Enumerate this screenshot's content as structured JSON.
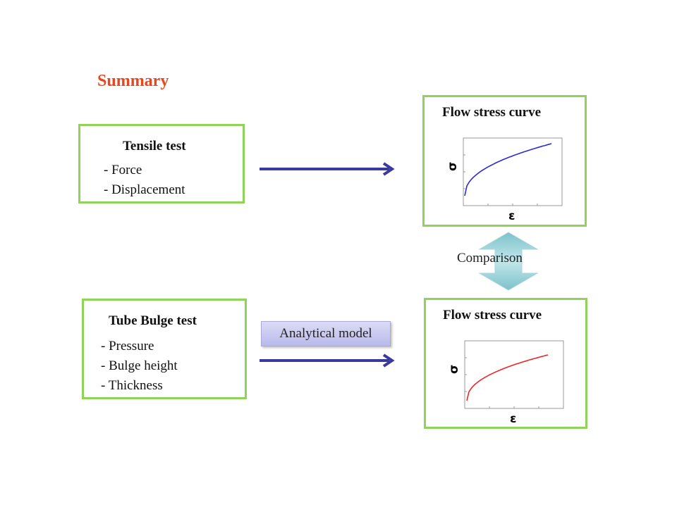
{
  "title": "Summary",
  "tensile": {
    "title": "Tensile test",
    "items": [
      "- Force",
      "- Displacement"
    ]
  },
  "bulge": {
    "title": "Tube Bulge test",
    "items": [
      "- Pressure",
      "- Bulge height",
      "- Thickness"
    ]
  },
  "top_curve": {
    "title": "Flow stress curve",
    "y_symbol": "σ",
    "x_symbol": "ε",
    "color": "#2b2bd6"
  },
  "bottom_curve": {
    "title": "Flow stress curve",
    "y_symbol": "σ",
    "x_symbol": "ε",
    "color": "#e8292a"
  },
  "model_label": "Analytical model",
  "comparison_label": "Comparison",
  "colors": {
    "title": "#e8461e",
    "box_border": "#8fd35a",
    "arrow": "#3a3a9c",
    "double_arrow": "#9ed3d9"
  }
}
